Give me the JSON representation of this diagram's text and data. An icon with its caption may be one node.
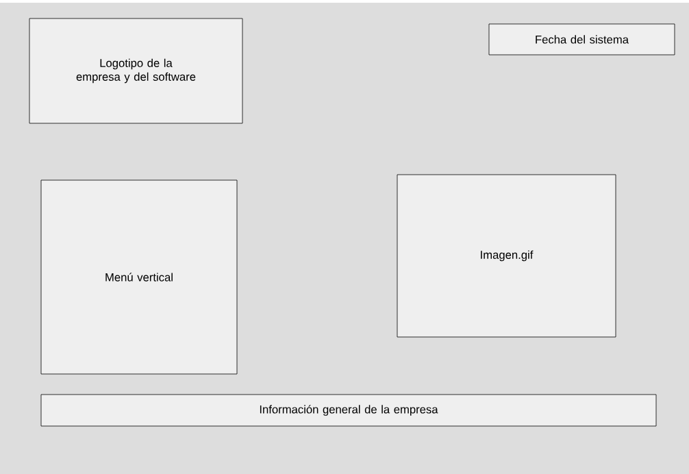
{
  "diagram": {
    "nodes": [
      {
        "text": [
          "Logotipo de la empresa y del software"
        ]
      },
      {
        "text": [
          "Fecha del sistema"
        ]
      },
      {
        "text": [
          "Menú vertical"
        ]
      },
      {
        "text": [
          "Imagen.gif"
        ]
      },
      {
        "text": [
          "Información general de la empresa"
        ]
      }
    ]
  }
}
